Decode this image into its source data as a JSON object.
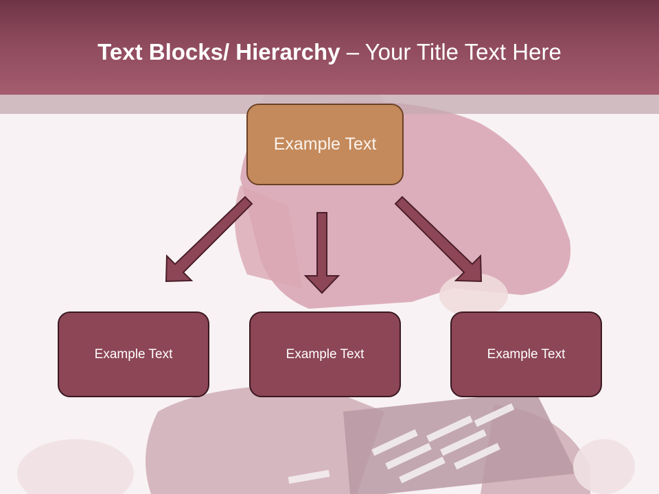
{
  "title": {
    "bold": "Text Blocks/ Hierarchy",
    "dash": " – ",
    "rest": "Your Title Text Here"
  },
  "top_box": {
    "label": "Example Text"
  },
  "children": [
    {
      "label": "Example Text"
    },
    {
      "label": "Example Text"
    },
    {
      "label": "Example Text"
    }
  ],
  "colors": {
    "title_bar": "#8e4a5d",
    "top_box_fill": "#c48a5c",
    "child_fill": "#8c4656",
    "arrow_fill": "#8c4656",
    "background": "#f8f2f4"
  },
  "background_image": {
    "description_icon": "child-photo-background"
  }
}
